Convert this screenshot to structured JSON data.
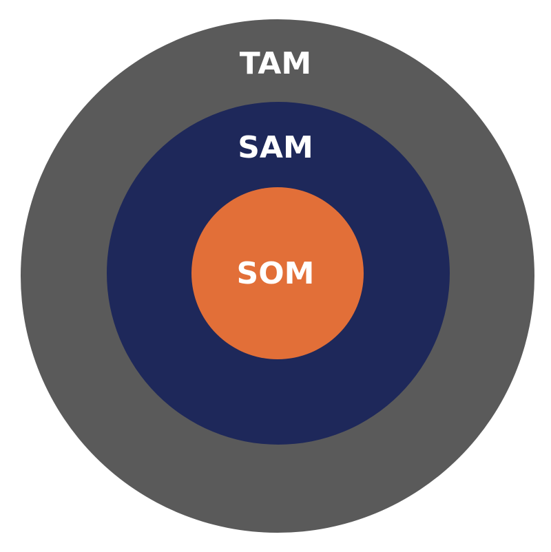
{
  "rings": {
    "tam": {
      "label": "TAM",
      "color": "#5a5a5a"
    },
    "sam": {
      "label": "SAM",
      "color": "#1e285a"
    },
    "som": {
      "label": "SOM",
      "color": "#e26f38"
    }
  }
}
